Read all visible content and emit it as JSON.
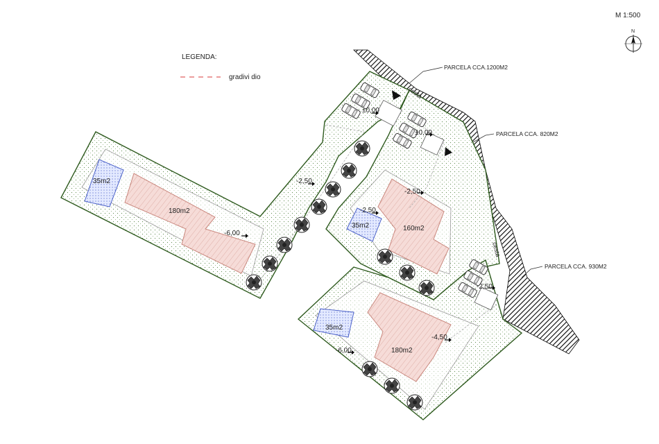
{
  "scale": "M 1:500",
  "north": "N",
  "legend": {
    "title": "LEGENDA:",
    "item": "gradivi dio",
    "item_color": "#e06060"
  },
  "road_label": "cesta",
  "parcels": [
    {
      "label": "PARCELA CCA.1200M2"
    },
    {
      "label": "PARCELA CCA. 820M2"
    },
    {
      "label": "PARCELA CCA. 930M2"
    }
  ],
  "areas": {
    "pool_a": "35m2",
    "house_a": "180m2",
    "pool_b": "35m2",
    "house_b": "160m2",
    "pool_c": "35m2",
    "house_c": "180m2"
  },
  "levels": {
    "a_top": "±0,00",
    "a_mid": "-2,50",
    "a_low": "-6,00",
    "b_top": "±0,00",
    "b_house": "-2,50",
    "b_pool": "-2,50",
    "c_top": "-2,50",
    "c_house": "-4,50",
    "c_pool": "-6,00"
  },
  "colors": {
    "boundary": "#2e5a1e",
    "house": "#f4d9d6",
    "house_stroke": "#d89a90",
    "pool": "#dfe6ff",
    "pool_stroke": "#4a60c8",
    "road": "#000000"
  }
}
